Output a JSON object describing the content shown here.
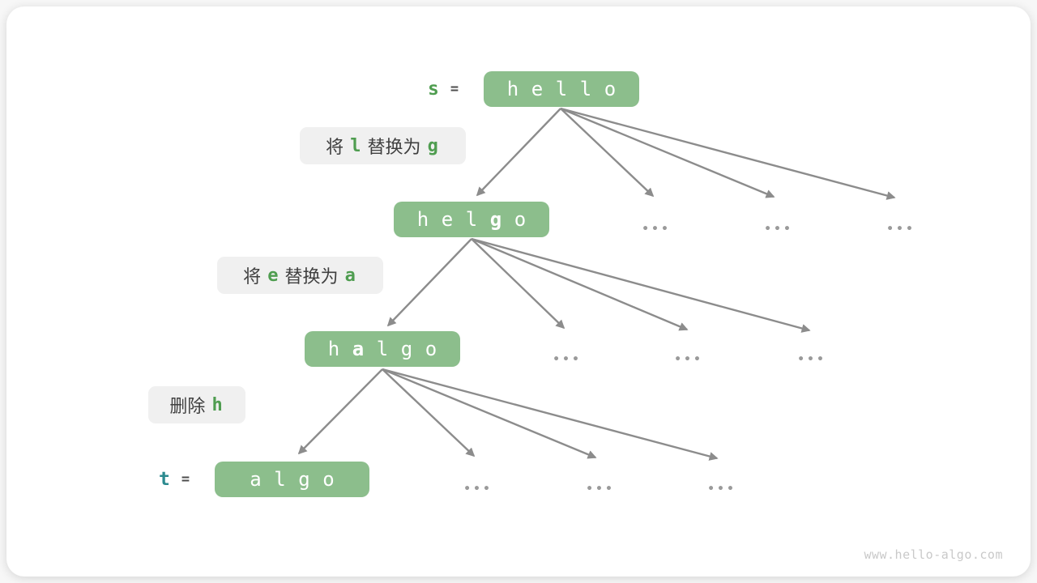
{
  "page": {
    "watermark": "www.hello-algo.com"
  },
  "symbols": {
    "equals": "=",
    "ellipsis": "•••"
  },
  "tree": {
    "root_var": "s",
    "target_var": "t",
    "nodes": [
      {
        "id": "hello",
        "value": "hello",
        "chars": [
          {
            "c": "h"
          },
          {
            "c": "e"
          },
          {
            "c": "l"
          },
          {
            "c": "l"
          },
          {
            "c": "o"
          }
        ]
      },
      {
        "id": "helgo",
        "value": "helgo",
        "chars": [
          {
            "c": "h"
          },
          {
            "c": "e"
          },
          {
            "c": "l"
          },
          {
            "c": "g",
            "bold": true
          },
          {
            "c": "o"
          }
        ]
      },
      {
        "id": "halgo",
        "value": "halgo",
        "chars": [
          {
            "c": "h"
          },
          {
            "c": "a",
            "bold": true
          },
          {
            "c": "l"
          },
          {
            "c": "g"
          },
          {
            "c": "o"
          }
        ]
      },
      {
        "id": "algo",
        "value": "algo",
        "chars": [
          {
            "c": "a"
          },
          {
            "c": "l"
          },
          {
            "c": "g"
          },
          {
            "c": "o"
          }
        ]
      }
    ],
    "operations": [
      {
        "segments": [
          {
            "text": "将 "
          },
          {
            "text": "l",
            "code": true
          },
          {
            "text": " 替换为 "
          },
          {
            "text": "g",
            "code": true
          }
        ]
      },
      {
        "segments": [
          {
            "text": "将 "
          },
          {
            "text": "e",
            "code": true
          },
          {
            "text": " 替换为 "
          },
          {
            "text": "a",
            "code": true
          }
        ]
      },
      {
        "segments": [
          {
            "text": "删除 "
          },
          {
            "text": "h",
            "code": true
          }
        ]
      }
    ]
  },
  "colors": {
    "node_fill": "#8cbe8c",
    "code_green": "#4f9d50",
    "teal": "#2b8a8f",
    "arrow": "#8c8c8c",
    "label_bg": "#f0f0f0",
    "text_dark": "#3f3f3f"
  }
}
